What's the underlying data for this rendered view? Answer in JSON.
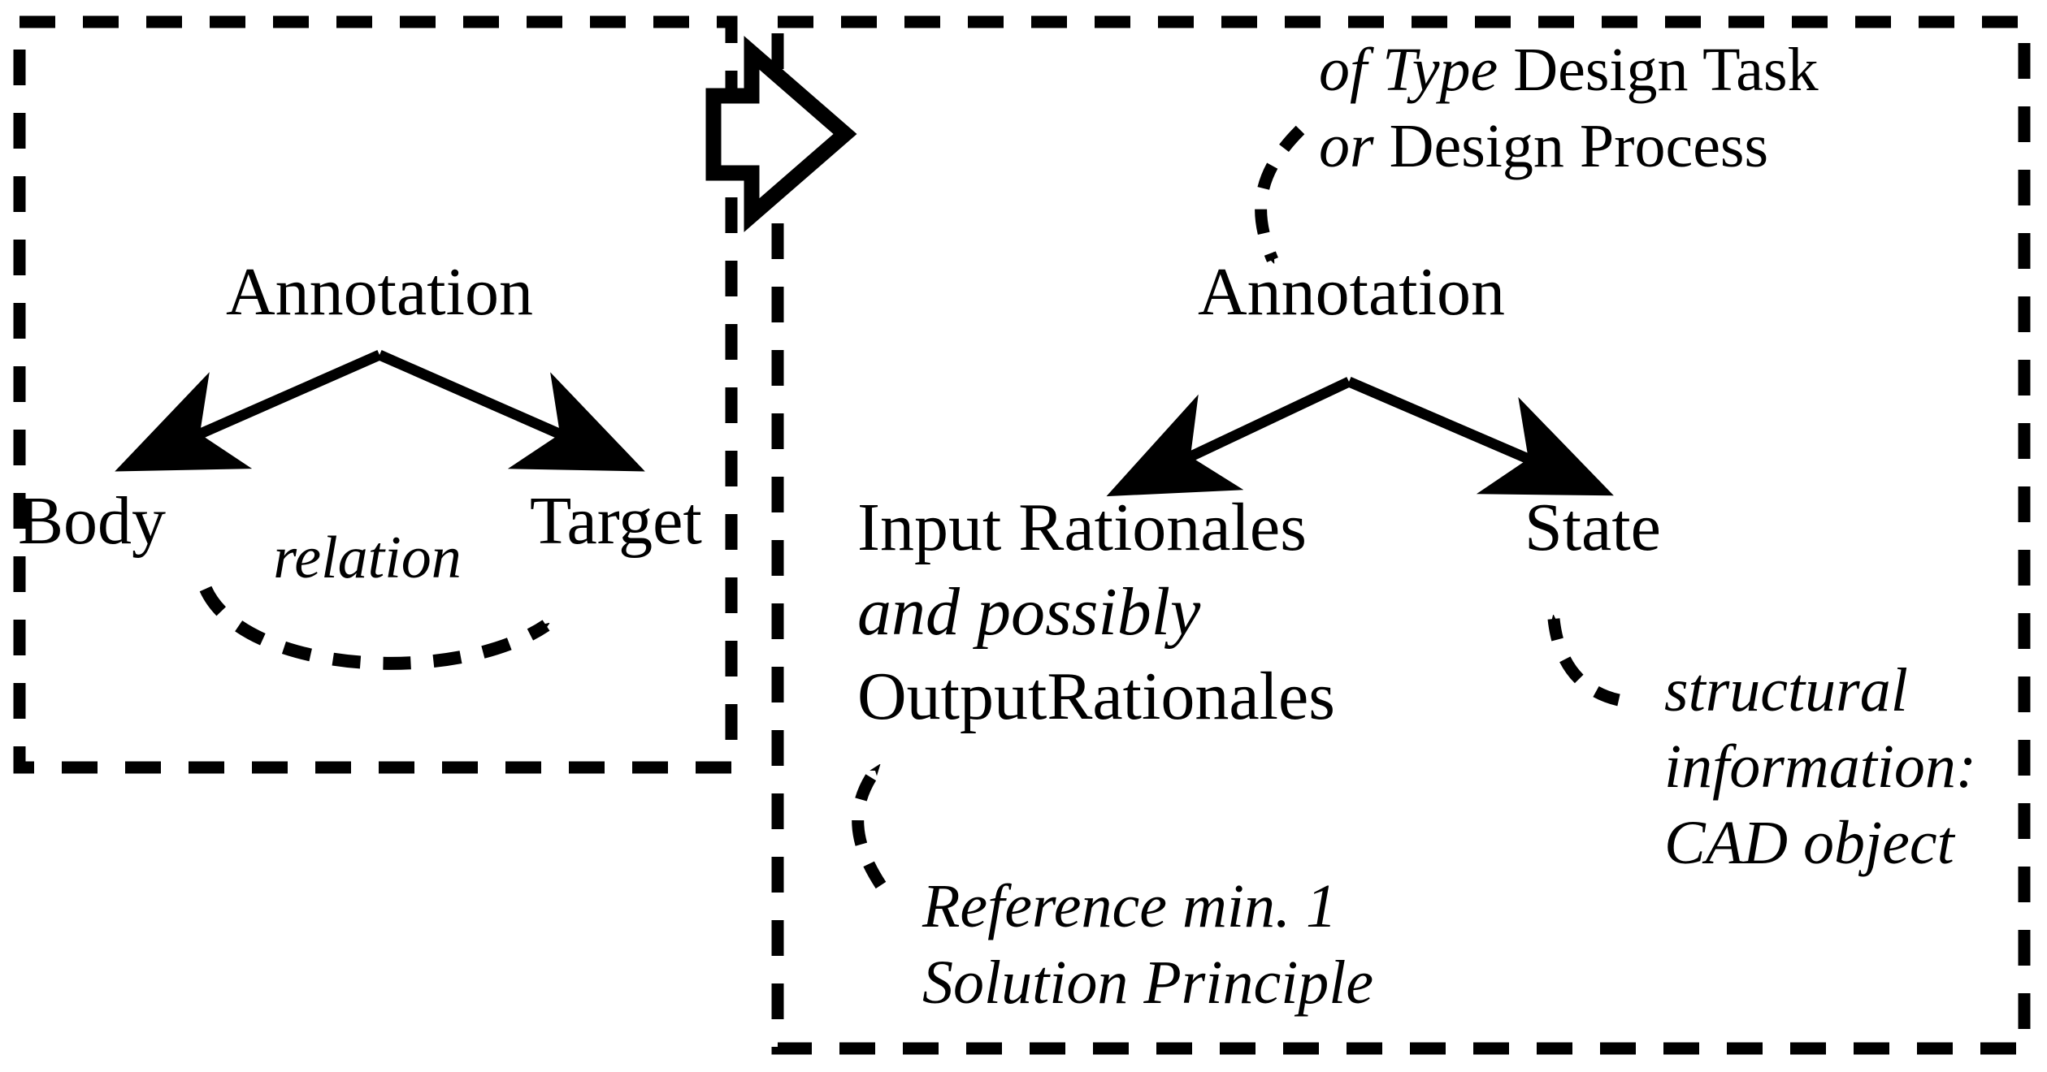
{
  "figure": {
    "type": "diagram",
    "background": "#ffffff",
    "stroke_color": "#000000",
    "panels": [
      {
        "id": "left-panel",
        "name": "generic-annotation-model",
        "border": "dashed",
        "nodes": [
          {
            "id": "annotation",
            "label": "Annotation",
            "style": "roman"
          },
          {
            "id": "body",
            "label": "Body",
            "style": "roman"
          },
          {
            "id": "target",
            "label": "Target",
            "style": "roman"
          }
        ],
        "edges": [
          {
            "from": "annotation",
            "to": "body",
            "style": "solid-arrow"
          },
          {
            "from": "annotation",
            "to": "target",
            "style": "solid-arrow"
          },
          {
            "from": "body",
            "to": "target",
            "style": "dashed-curved-arrow",
            "label": "relation",
            "label_style": "italic"
          }
        ]
      },
      {
        "id": "right-panel",
        "name": "design-rationale-annotation-model",
        "border": "dashed",
        "nodes": [
          {
            "id": "annotation2",
            "label": "Annotation",
            "style": "roman"
          },
          {
            "id": "rationales",
            "lines": [
              {
                "text": "Input Rationales",
                "style": "roman"
              },
              {
                "text": "and possibly",
                "style": "italic"
              },
              {
                "text": "OutputRationales",
                "style": "roman"
              }
            ]
          },
          {
            "id": "state",
            "label": "State",
            "style": "roman"
          }
        ],
        "edges": [
          {
            "from": "annotation2",
            "to": "rationales",
            "style": "solid-arrow"
          },
          {
            "from": "annotation2",
            "to": "state",
            "style": "solid-arrow"
          }
        ],
        "callouts": [
          {
            "id": "type-callout",
            "target": "annotation2",
            "style": "dashed-curved-arrow",
            "lines": [
              {
                "segments": [
                  {
                    "text": "of Type",
                    "style": "italic"
                  },
                  {
                    "text": " Design Task",
                    "style": "roman"
                  }
                ]
              },
              {
                "segments": [
                  {
                    "text": "or",
                    "style": "italic"
                  },
                  {
                    "text": " Design Process",
                    "style": "roman"
                  }
                ]
              }
            ]
          },
          {
            "id": "reference-callout",
            "target": "rationales",
            "style": "dashed-curved-arrow",
            "lines": [
              {
                "text": "Reference min. 1",
                "style": "italic"
              },
              {
                "text": "Solution Principle",
                "style": "italic"
              }
            ]
          },
          {
            "id": "structural-callout",
            "target": "state",
            "style": "dashed-curved-arrow",
            "lines": [
              {
                "text": "structural",
                "style": "italic"
              },
              {
                "text": "information:",
                "style": "italic"
              },
              {
                "text": "CAD object",
                "style": "italic"
              }
            ]
          }
        ]
      }
    ],
    "connector": {
      "id": "transform-arrow",
      "shape": "block-right-arrow",
      "fill": "none",
      "stroke": "#000000"
    }
  }
}
